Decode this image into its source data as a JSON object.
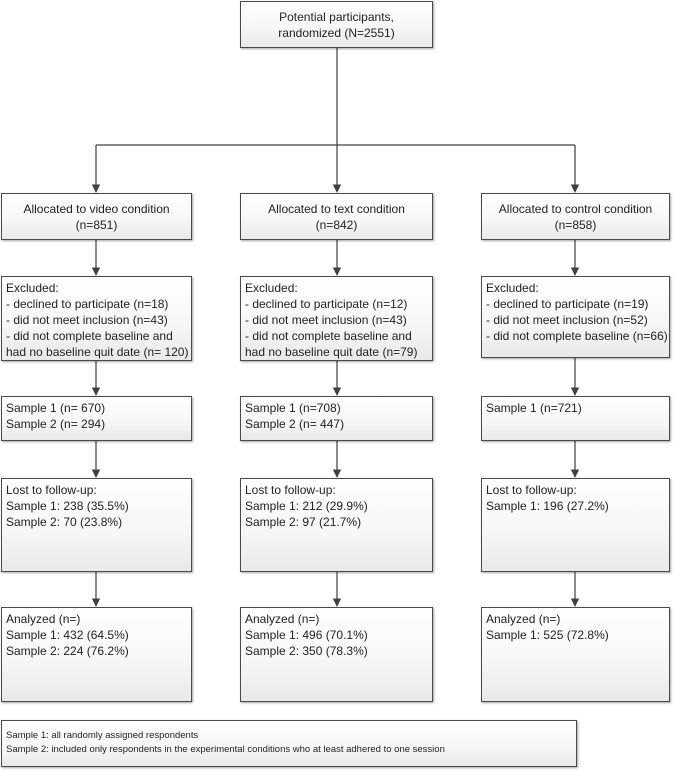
{
  "top": {
    "lines": [
      "Potential participants,",
      "randomized (N=2551)"
    ]
  },
  "columns": [
    {
      "allocated": [
        "Allocated to video condition",
        "(n=851)"
      ],
      "excluded": [
        "Excluded:",
        "- declined to participate (n=18)",
        "- did not meet inclusion (n=43)",
        "- did not complete baseline and",
        "had no baseline quit date (n= 120)"
      ],
      "sample": [
        "Sample 1 (n= 670)",
        "Sample 2 (n= 294)"
      ],
      "lost": [
        "Lost to follow-up:",
        "Sample 1: 238 (35.5%)",
        "Sample 2: 70 (23.8%)"
      ],
      "analyzed": [
        "Analyzed (n=)",
        "Sample 1: 432 (64.5%)",
        "Sample 2: 224 (76.2%)"
      ]
    },
    {
      "allocated": [
        "Allocated to text condition",
        "(n=842)"
      ],
      "excluded": [
        "Excluded:",
        "- declined to participate (n=12)",
        "- did not meet inclusion (n=43)",
        "- did not complete baseline and",
        "had no baseline quit date (n=79)"
      ],
      "sample": [
        "Sample 1 (n=708)",
        "Sample 2 (n= 447)"
      ],
      "lost": [
        "Lost to follow-up:",
        "Sample 1: 212 (29.9%)",
        "Sample 2: 97 (21.7%)"
      ],
      "analyzed": [
        "Analyzed (n=)",
        "Sample 1: 496 (70.1%)",
        "Sample 2: 350 (78.3%)"
      ]
    },
    {
      "allocated": [
        "Allocated to control condition",
        "(n=858)"
      ],
      "excluded": [
        "Excluded:",
        "- declined to participate (n=19)",
        "- did not meet inclusion (n=52)",
        "- did not complete baseline (n=66)"
      ],
      "sample": [
        "Sample 1 (n=721)"
      ],
      "lost": [
        "Lost to follow-up:",
        "Sample 1: 196 (27.2%)"
      ],
      "analyzed": [
        "Analyzed (n=)",
        "Sample 1: 525 (72.8%)"
      ]
    }
  ],
  "legend": {
    "lines": [
      "Sample 1: all randomly assigned respondents",
      "Sample 2: included only respondents in the experimental conditions who at least adhered to one session"
    ]
  }
}
